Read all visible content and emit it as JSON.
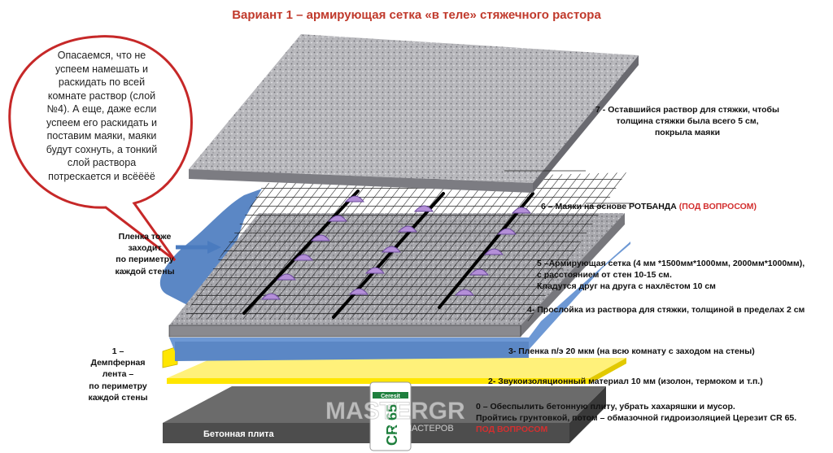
{
  "title": "Вариант 1 – армирующая сетка «в теле» стяжечного растора",
  "bubble": {
    "lines": [
      "Опасаемся, что не",
      "успеем намешать и",
      "раскидать по всей",
      "комнате раствор (слой",
      "№4). А еще, даже  если",
      "успеем его раскидать и",
      "поставим маяки, маяки",
      "будут сохнуть, а тонкий",
      "слой раствора",
      "потрескается и всёёёё"
    ]
  },
  "film_note": {
    "lines": [
      "Пленка тоже заходит",
      "по периметру",
      "каждой стены"
    ]
  },
  "damper_note": {
    "lines": [
      "1 –",
      "Демпферная",
      "лента –",
      "по периметру",
      "каждой стены"
    ]
  },
  "layers": {
    "l7": {
      "lines": [
        "7 - Оставшийся раствор для стяжки, чтобы",
        "толщина стяжки была всего 5 см,",
        "покрыла маяки"
      ]
    },
    "l6": {
      "text": "6 –  Маяки на основе РОТБАНДА",
      "warn": "(ПОД ВОПРОСОМ)"
    },
    "l5": {
      "lines": [
        "5 –Армирующая сетка (4 мм *1500мм*1000мм,  2000мм*1000мм),",
        "с расстоянием от стен 10-15 см.",
        "Кладутся друг на друга с нахлёстом 10 см"
      ]
    },
    "l4": {
      "text": "4- Прослойка из раствора для стяжки, толщиной в пределах 2 см"
    },
    "l3": {
      "text": "3- Пленка п/э 20 мкм (на всю комнату с заходом на стены)"
    },
    "l2": {
      "text": "2- Звукоизоляционный материал 10 мм (изолон, термоком и т.п.)"
    },
    "l0": {
      "lines": [
        "0 – Обеспылить бетонную плиту, убрать хахаряшки и мусор.",
        "Пройтись грунтовкой, потом – обмазочной гидроизоляцией Церезит CR 65."
      ],
      "warn": "ПОД ВОПРОСОМ"
    }
  },
  "slab_label": "Бетонная плита",
  "bag": {
    "brand": "Ceresit",
    "model": "CR 65"
  },
  "watermark": {
    "main": "MASTERGR",
    "sub": "ОД МАСТЕРОВ"
  },
  "colors": {
    "title": "#c0392b",
    "warn": "#d32f2f",
    "bubble_stroke": "#c62828",
    "film": "#5b87c5",
    "tape": "#ffe600",
    "slab": "#4d4d4d",
    "arrow": "#4a7bbf",
    "beacon": "#b48fd8"
  }
}
